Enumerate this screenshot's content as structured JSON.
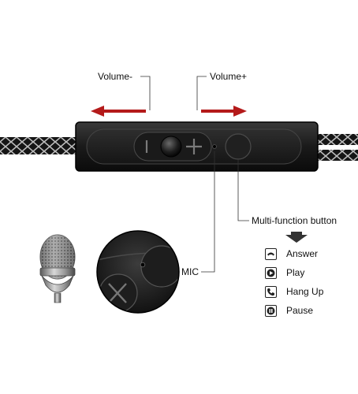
{
  "labels": {
    "volume_down": "Volume-",
    "volume_up": "Volume+",
    "multi_function": "Multi-function button",
    "mic": "MIC"
  },
  "remote_buttons": {
    "minus_symbol": "−",
    "plus_symbol": "+"
  },
  "actions": [
    {
      "label": "Answer",
      "icon": "phone-answer-icon"
    },
    {
      "label": "Play",
      "icon": "play-icon"
    },
    {
      "label": "Hang Up",
      "icon": "phone-hangup-icon"
    },
    {
      "label": "Pause",
      "icon": "pause-icon"
    }
  ],
  "colors": {
    "arrow_red": "#b41a1a",
    "remote_body": "#1c1c1c",
    "background": "#ffffff"
  }
}
